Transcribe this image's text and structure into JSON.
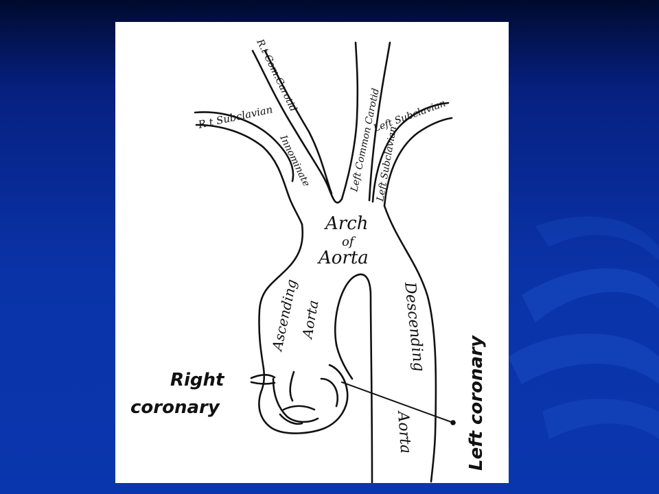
{
  "slide": {
    "background_color": "#0a33a8",
    "panel_color": "#ffffff"
  },
  "diagram": {
    "labels": {
      "rt_subclavian": "R.t Subclavian",
      "rt_com_carotid": "R.t Com.Carotid",
      "innominate": "Innominate",
      "left_common_carotid": "Left Common Carotid",
      "left_subclavian_top": "Left Subclavian",
      "left_subclavian_vertical": "Left Subclavian",
      "arch": "Arch",
      "of": "of",
      "aorta_arch": "Aorta",
      "ascending": "Ascending",
      "aorta_ascending": "Aorta",
      "descending": "Descending",
      "aorta_descending": "Aorta",
      "right_coronary_1": "Right",
      "right_coronary_2": "coronary",
      "left_coronary": "Left coronary"
    }
  }
}
